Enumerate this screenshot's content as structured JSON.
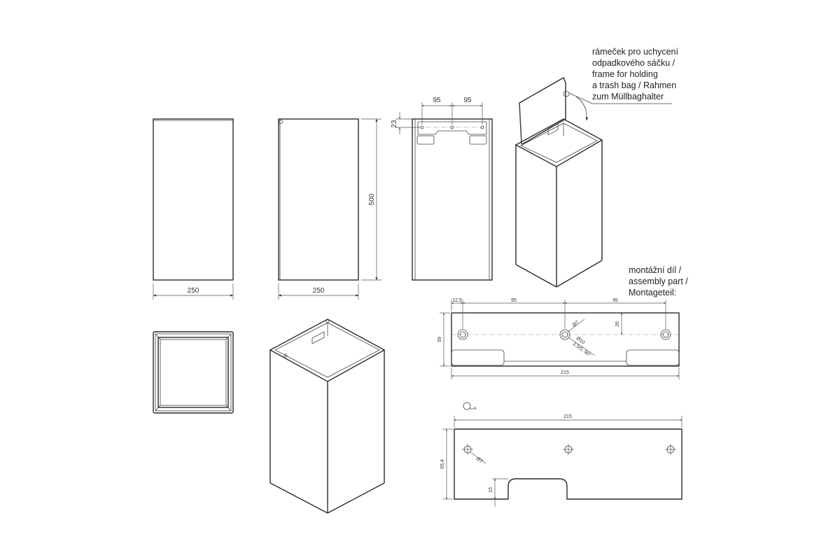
{
  "notes": {
    "frame": [
      "rámeček pro uchycení",
      "odpadkového sáčku /",
      "frame for holding",
      "a trash bag / Rahmen",
      "zum Müllbaghalter"
    ],
    "assembly": [
      "montážní díl /",
      "assembly part /",
      "Montageteil:"
    ]
  },
  "dims": {
    "front_width": "250",
    "side_width": "250",
    "height": "500",
    "back_offset_a": "95",
    "back_offset_b": "95",
    "back_top": "23",
    "plate_a": "12,5",
    "plate_b": "95",
    "plate_c": "95",
    "plate_height": "59",
    "plate_hole_offset": "26",
    "plate_length": "215",
    "plate_hole_dia": "Ø7",
    "plate_csink_1": "Ø10",
    "plate_csink_2": "2,5/5, 90°",
    "bottom_length": "215",
    "bottom_height": "65,4",
    "bottom_hole_dia": "Ø7",
    "bottom_notch": "15"
  }
}
